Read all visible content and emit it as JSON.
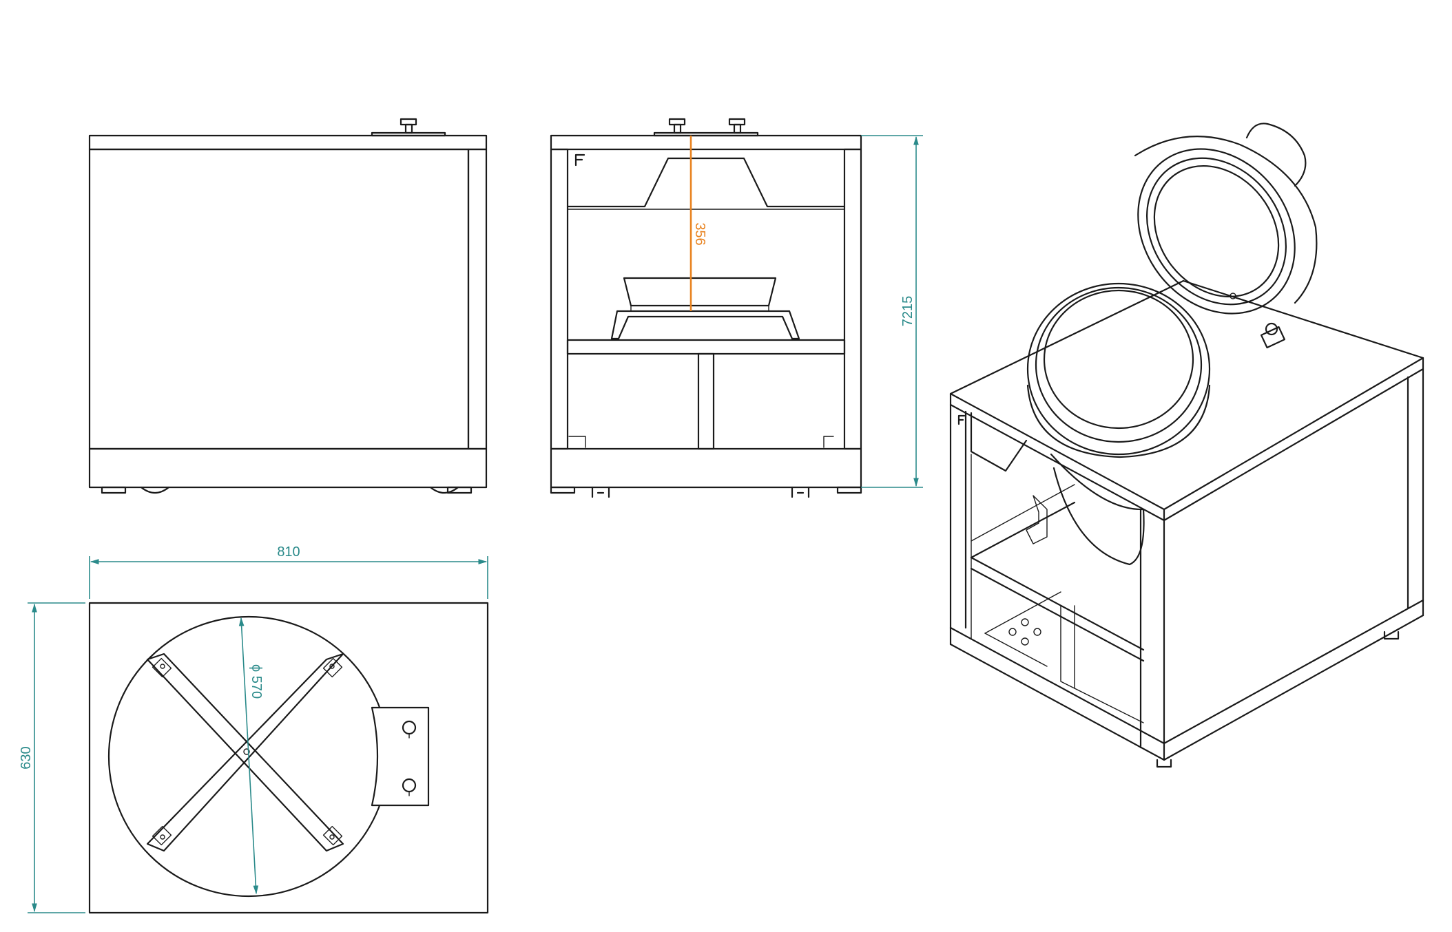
{
  "dimensions": {
    "width": "810",
    "depth": "630",
    "height": "7215",
    "inner_height": "356",
    "diameter": "ϕ 570"
  },
  "colors": {
    "line": "#1a1a1a",
    "dimension": "#2a8a8a",
    "accent": "#e8821e"
  }
}
